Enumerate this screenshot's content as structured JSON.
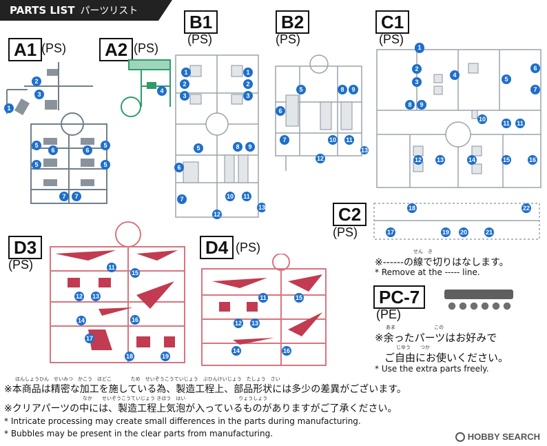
{
  "header": {
    "title": "PARTS LIST",
    "title_jp": "パーツリスト"
  },
  "runners": [
    {
      "id": "A1",
      "label": "A1",
      "material": "(PS)"
    },
    {
      "id": "A2",
      "label": "A2",
      "material": "(PS)"
    },
    {
      "id": "B1",
      "label": "B1",
      "material": "(PS)"
    },
    {
      "id": "B2",
      "label": "B2",
      "material": "(PS)"
    },
    {
      "id": "C1",
      "label": "C1",
      "material": "(PS)"
    },
    {
      "id": "C2",
      "label": "C2",
      "material": "(PS)"
    },
    {
      "id": "D3",
      "label": "D3",
      "material": "(PS)"
    },
    {
      "id": "D4",
      "label": "D4",
      "material": "(PS)"
    },
    {
      "id": "PC7",
      "label": "PC-7",
      "material": "(PE)"
    }
  ],
  "colors": {
    "gray": "#6f7f8a",
    "green": "#2f9a6a",
    "pink": "#d9747e",
    "pink_fill": "#c23b50",
    "badge": "#1e6fc9"
  },
  "notes": {
    "cut_jp": "※------の線で切りはなします。",
    "cut_ruby": "せん　き",
    "cut_en": "* Remove at the ----- line.",
    "extra_jp_1": "※余ったパーツはお好みで",
    "extra_ruby_1": "あま　　　　　　　　この",
    "extra_jp_2": "ご自由にお使いください。",
    "extra_ruby_2": "じゆう　　つか",
    "extra_en": "* Use the extra parts freely.",
    "bottom_jp_1": "※本商品は精密な加工を施している為、製造工程上、部品形状には多少の差異がございます。",
    "bottom_ruby_1": "ほんしょうひん　せいみつ　かこう　ほどこ　　　　ため　せいぞうこうていじょう　ぶひんけいじょう　たしょう　さい",
    "bottom_jp_2": "※クリアパーツの中には、製造工程上気泡が入っているものがありますがご了承ください。",
    "bottom_ruby_2": "なか　　せいぞうこうていじょう きほう　はい　　　　　　　　　　　りょうしょう",
    "bottom_en_1": "* Intricate processing may create small differences in the parts during manufacturing.",
    "bottom_en_2": "* Bubbles may be present in the clear parts from manufacturing."
  },
  "watermark": {
    "text": "HOBBY SEARCH"
  }
}
